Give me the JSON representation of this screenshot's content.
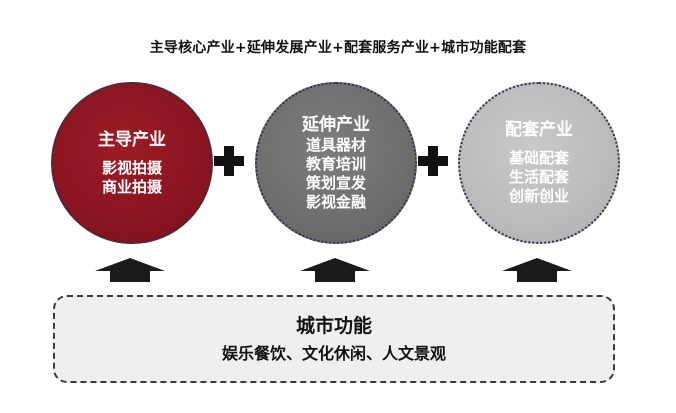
{
  "title": "主导核心产业+延伸发展产业+配套服务产业+城市功能配套",
  "circles": [
    {
      "heading": "主导产业",
      "lines": [
        "影视拍摄",
        "商业拍摄"
      ],
      "color": "#8a1520"
    },
    {
      "heading": "延伸产业",
      "lines": [
        "道具器材",
        "教育培训",
        "策划宣发",
        "影视金融"
      ],
      "color": "#6e6e6e"
    },
    {
      "heading": "配套产业",
      "lines": [
        "基础配套",
        "生活配套",
        "创新创业"
      ],
      "color": "#bbbbbb"
    }
  ],
  "bottom": {
    "title": "城市功能",
    "subtitle": "娱乐餐饮、文化休闲、人文景观",
    "background": "#efefef"
  },
  "icons": {
    "connector": "plus-icon",
    "support": "up-arrow-icon"
  }
}
